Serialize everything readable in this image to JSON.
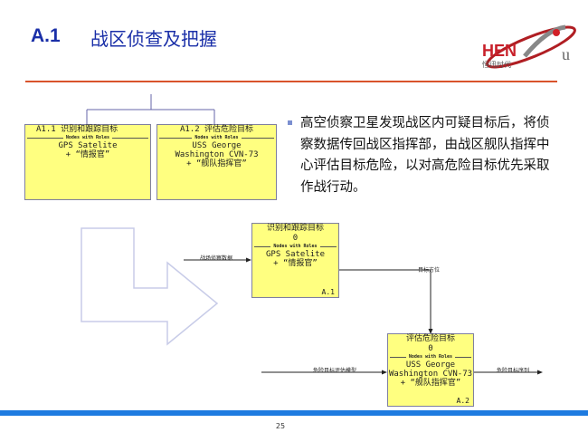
{
  "title": {
    "number": "A.1",
    "text": "战区侦查及把握"
  },
  "logo": {
    "text": "HENXu",
    "subtitle": "恒讯时代"
  },
  "tree": {
    "boxes": [
      {
        "header": "A1.1 识别和跟踪目标",
        "roles_label": "Nodes with Roles",
        "body": [
          "GPS Satelite",
          "+ “情报官”"
        ]
      },
      {
        "header": "A1.2 评估危险目标",
        "roles_label": "Nodes with Roles",
        "body": [
          "USS George",
          "Washington CVN-73",
          "+ “舰队指挥官”"
        ]
      }
    ]
  },
  "bullet": "高空侦察卫星发现战区内可疑目标后，将侦察数据传回战区指挥部，由战区舰队指挥中心评估目标危险，以对高危险目标优先采取作战行动。",
  "diagram": {
    "boxes": [
      {
        "title": "识别和跟踪目标",
        "cost": "0",
        "roles_label": "Nodes with Roles",
        "body": [
          "GPS Satelite",
          "+ “情报官”"
        ],
        "id": "A.1"
      },
      {
        "title": "评估危险目标",
        "cost": "0",
        "roles_label": "Nodes with Roles",
        "body": [
          "USS George",
          "Washington CVN-73",
          "+ “舰队指挥官”"
        ],
        "id": "A.2"
      }
    ],
    "arrows": [
      "战场侦察数据",
      "目标方位",
      "危险目标评估模型",
      "危险目标序列"
    ]
  },
  "page_number": "25"
}
